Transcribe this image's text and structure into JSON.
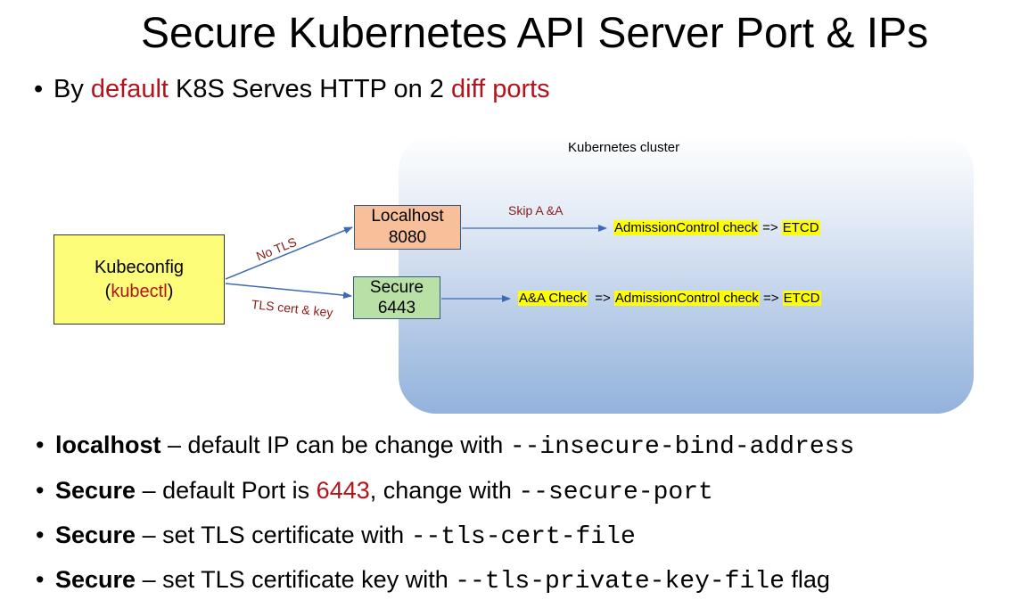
{
  "title": "Secure Kubernetes API Server Port & IPs",
  "top_bullet": {
    "part1": "By ",
    "red1": "default",
    "part2": " K8S Serves HTTP on 2 ",
    "red2": "diff ports"
  },
  "diagram": {
    "cluster_label": "Kubernetes cluster",
    "kubeconfig": {
      "line1": "Kubeconfig",
      "paren_open": "(",
      "cmd": "kubectl",
      "paren_close": ")"
    },
    "localhost_box": {
      "line1": "Localhost",
      "line2": "8080"
    },
    "secure_box": {
      "line1": "Secure",
      "line2": "6443"
    },
    "edge_no_tls": "No TLS",
    "edge_tls": "TLS cert & key",
    "edge_skip": "Skip A &A",
    "flow_top": {
      "step1": "AdmissionControl check",
      "sep1": " => ",
      "step2": "ETCD"
    },
    "flow_bottom": {
      "step1": "A&A Check",
      "sep1": "  => ",
      "step2": "AdmissionControl check",
      "sep2": " => ",
      "step3": "ETCD"
    }
  },
  "bullets": [
    {
      "bold": "localhost",
      "text": " – default IP can be change with ",
      "code": "--insecure-bind-address",
      "tail": ""
    },
    {
      "bold": "Secure",
      "text": " – default Port is ",
      "red": "6443",
      "text2": ", change with ",
      "code": "--secure-port"
    },
    {
      "bold": "Secure",
      "text": " – set TLS certificate with ",
      "code": "--tls-cert-file"
    },
    {
      "bold": "Secure",
      "text": " – set TLS certificate key with ",
      "code": "--tls-private-key-file",
      "tail": " flag"
    }
  ],
  "colors": {
    "accent_red": "#b3141c",
    "kubeconfig_fill": "#fdfd7a",
    "localhost_fill": "#f7c09a",
    "secure_fill": "#b9e0a5",
    "highlight": "#ffff00",
    "arrow": "#3b6bb4"
  }
}
